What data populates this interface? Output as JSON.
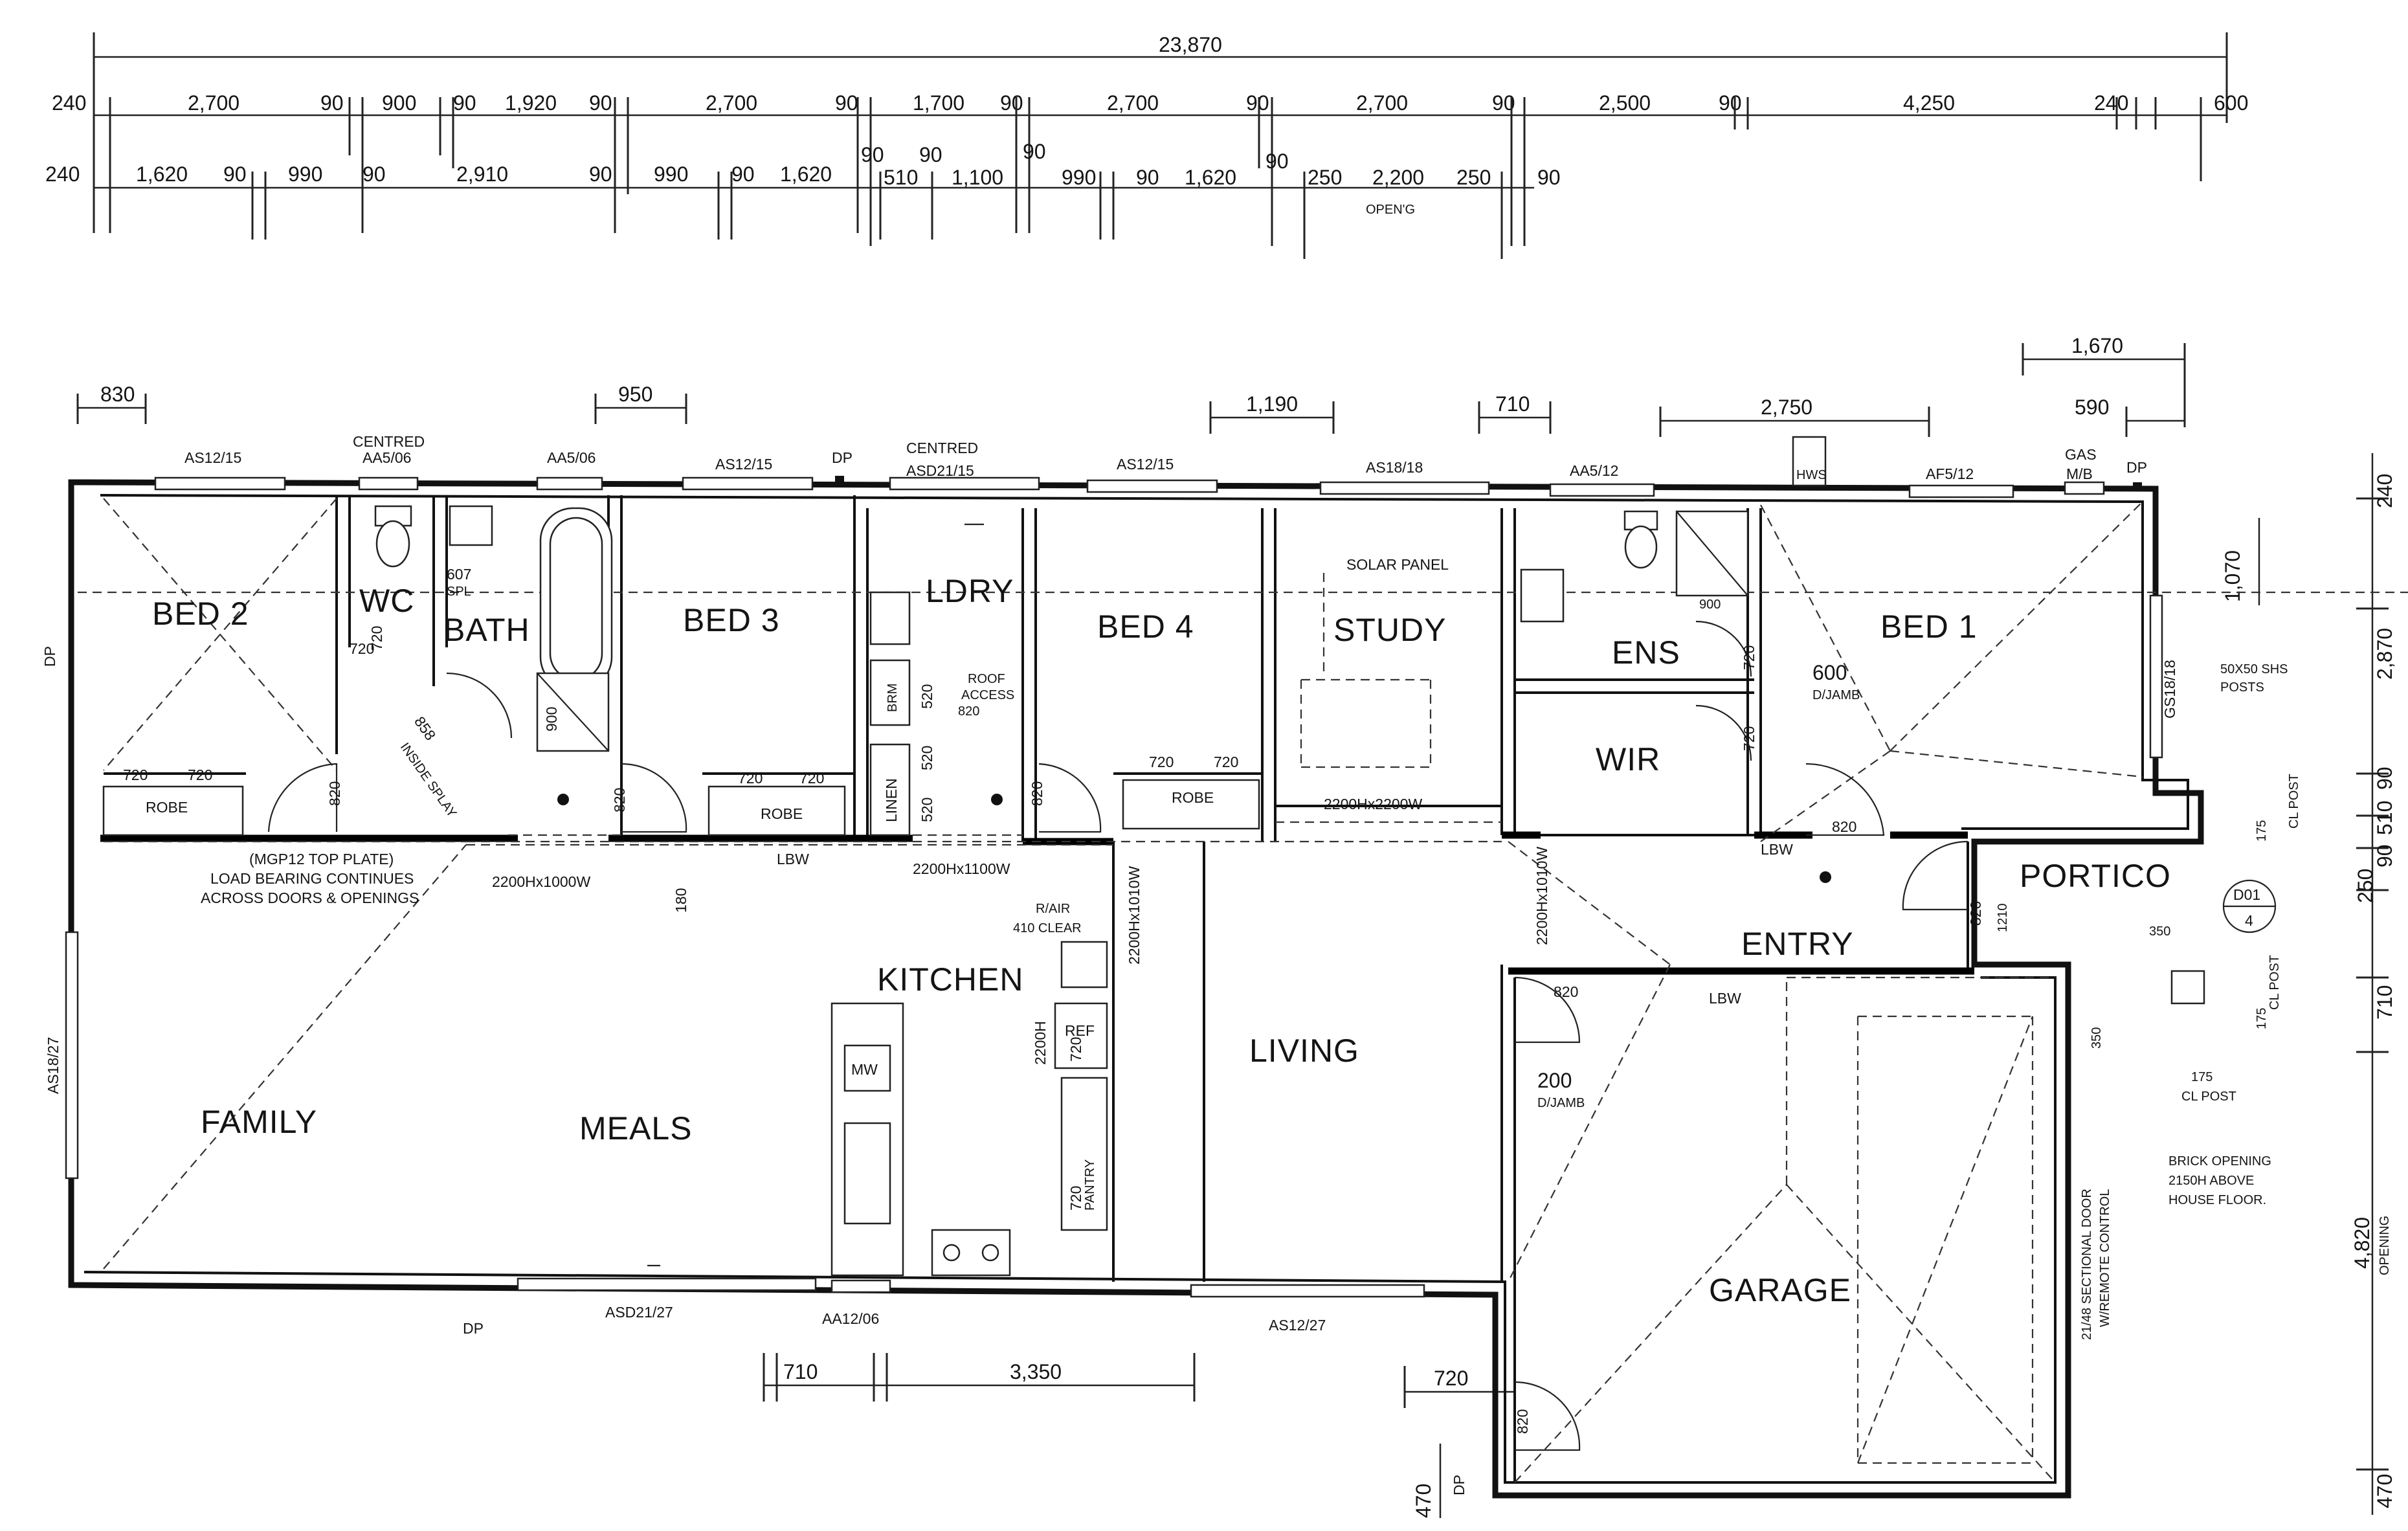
{
  "dimensions": {
    "overall": "23,870",
    "row1": [
      "240",
      "2,700",
      "90",
      "900",
      "90",
      "1,920",
      "90",
      "2,700",
      "90",
      "1,700",
      "90",
      "2,700",
      "90",
      "2,700",
      "90",
      "2,500",
      "90",
      "4,250",
      "240",
      "600"
    ],
    "row2": [
      "240",
      "1,620",
      "90",
      "990",
      "90",
      "2,910",
      "90",
      "990",
      "90",
      "1,620",
      "90",
      "510",
      "90",
      "1,100",
      "90",
      "990",
      "90",
      "1,620",
      "90",
      "250",
      "2,200",
      "250",
      "90"
    ],
    "opening_label": "OPEN'G",
    "top_local": [
      "830",
      "950",
      "1,190",
      "710",
      "2,750",
      "1,670",
      "590"
    ],
    "right": [
      "240",
      "1,070",
      "2,870",
      "90",
      "510",
      "90",
      "250",
      "710",
      "4,820",
      "470"
    ],
    "right_note": "OPENING",
    "bottom": [
      "710",
      "3,350",
      "720",
      "470"
    ],
    "portico": [
      "175",
      "175",
      "175",
      "350",
      "350",
      "1210"
    ],
    "portico_cl": [
      "CL POST",
      "CL POST",
      "CL POST"
    ]
  },
  "rooms": {
    "bed2": "BED 2",
    "wc": "WC",
    "bath": "BATH",
    "bed3": "BED 3",
    "ldry": "LDRY",
    "bed4": "BED 4",
    "study": "STUDY",
    "ens": "ENS",
    "bed1": "BED 1",
    "wir": "WIR",
    "portico": "PORTICO",
    "entry": "ENTRY",
    "kitchen": "KITCHEN",
    "living": "LIVING",
    "family": "FAMILY",
    "meals": "MEALS",
    "garage": "GARAGE"
  },
  "windows": {
    "w1": "AS12/15",
    "w2": "AA5/06",
    "w3": "AA5/06",
    "w4": "AS12/15",
    "w5": "ASD21/15",
    "w6": "AS12/15",
    "w7": "AS18/18",
    "w8": "AA5/12",
    "w9": "AF5/12",
    "w10": "GS18/18",
    "w11": "AS18/27",
    "w12": "ASD21/27",
    "w13": "AA12/06",
    "w14": "AS12/27",
    "centred": "CENTRED",
    "dp": "DP",
    "hws": "HWS",
    "gas": "GAS",
    "mb": "M/B"
  },
  "labels": {
    "robe": "ROBE",
    "linen": "LINEN",
    "brm": "BRM",
    "ref": "REF",
    "mw": "MW",
    "pantry": "PANTRY",
    "lbw": "LBW",
    "spl": "SPL",
    "inside_splay": "INSIDE SPLAY",
    "splay_dim": "858",
    "roof_access_1": "ROOF",
    "roof_access_2": "ACCESS",
    "solar_panel": "SOLAR PANEL",
    "d_jamb": "D/JAMB",
    "top_plate_1": "(MGP12 TOP PLATE)",
    "top_plate_2": "LOAD BEARING CONTINUES",
    "top_plate_3": "ACROSS DOORS & OPENINGS",
    "op_2200x1000": "2200Hx1000W",
    "op_2200x1100": "2200Hx1100W",
    "op_2200x2200": "2200Hx2200W",
    "op_2200x1010": "2200Hx1010W",
    "op_2200h": "2200H",
    "rair_1": "R/AIR",
    "rair_2": "410 CLEAR",
    "shs_1": "50X50 SHS",
    "shs_2": "POSTS",
    "brick_1": "BRICK OPENING",
    "brick_2": "2150H ABOVE",
    "brick_3": "HOUSE FLOOR.",
    "garage_door_1": "21/48 SECTIONAL DOOR",
    "garage_door_2": "W/REMOTE CONTROL",
    "d01": "D01",
    "d01_sheet": "4"
  },
  "doors": {
    "d720": "720",
    "d820": "820",
    "d600": "600",
    "d520": "520",
    "d200": "200",
    "d607": "607",
    "d900": "900",
    "d180": "180",
    "d820b": "820"
  }
}
